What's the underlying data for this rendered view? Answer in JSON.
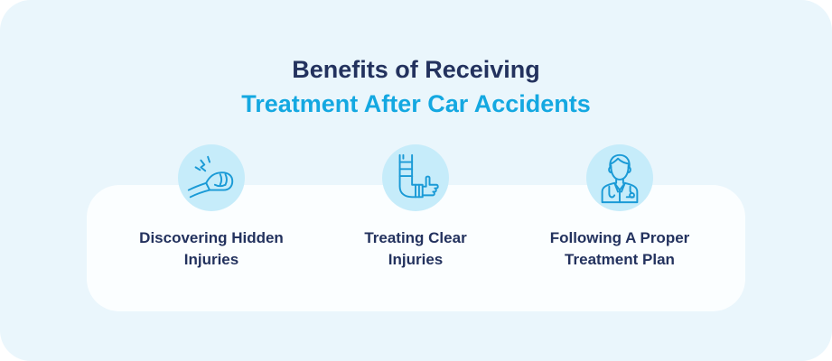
{
  "header": {
    "line1": "Benefits of Receiving",
    "line2": "Treatment After Car Accidents"
  },
  "benefits": [
    {
      "icon": "injured-wrist-icon",
      "line1": "Discovering Hidden",
      "line2": "Injuries"
    },
    {
      "icon": "arm-cast-icon",
      "line1": "Treating Clear",
      "line2": "Injuries"
    },
    {
      "icon": "doctor-icon",
      "line1": "Following A Proper",
      "line2": "Treatment Plan"
    }
  ],
  "colors": {
    "background": "#eaf6fc",
    "panel": "#fbfeff",
    "navy": "#23325e",
    "accent": "#14a8e1",
    "icon_circle": "#c6ecfa"
  }
}
